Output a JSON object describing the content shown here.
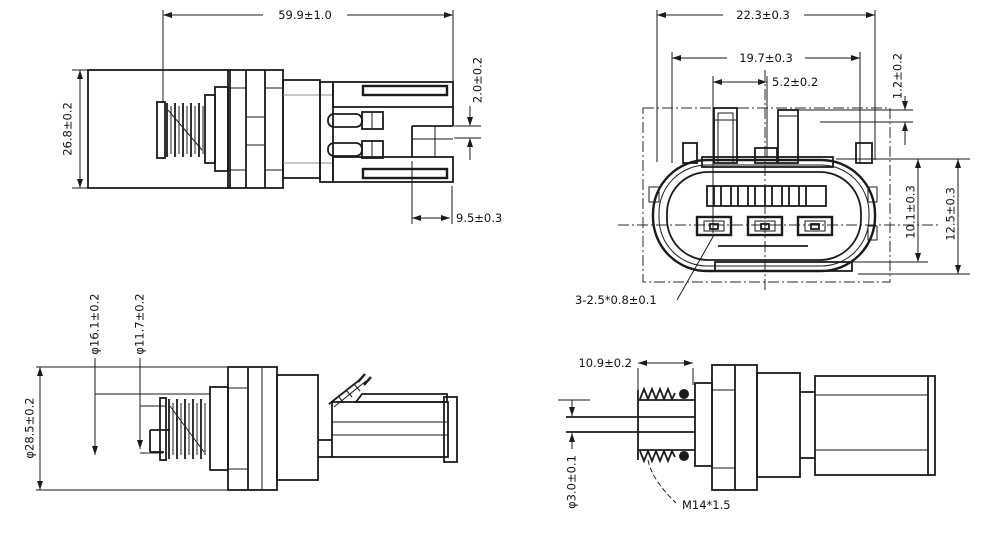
{
  "drawing": {
    "background": "#ffffff",
    "line_color": "#1b1b1b",
    "views": {
      "side_view": {
        "dims": {
          "overall_length": "59.9±1.0",
          "body_height": "26.8±0.2",
          "tab_slot": "2.0±0.2",
          "notch_depth": "9.5±0.3"
        }
      },
      "connector_face_view": {
        "dims": {
          "outer_width": "22.3±0.3",
          "inner_width": "19.7±0.3",
          "key_spacing": "5.2±0.2",
          "key_offset": "1.2±0.2",
          "depth_to_step": "10.1±0.3",
          "overall_depth": "12.5±0.3"
        },
        "terminal_note": "3-2.5*0.8±0.1"
      },
      "bottom_side_view": {
        "dims": {
          "seal_diameter": "φ16.1±0.2",
          "tip_diameter": "φ11.7±0.2",
          "hex_diameter": "φ28.5±0.2"
        }
      },
      "thread_detail_view": {
        "dims": {
          "thread_length": "10.9±0.2",
          "orifice_diameter": "φ3.0±0.1"
        },
        "thread_spec": "M14*1.5"
      }
    }
  }
}
